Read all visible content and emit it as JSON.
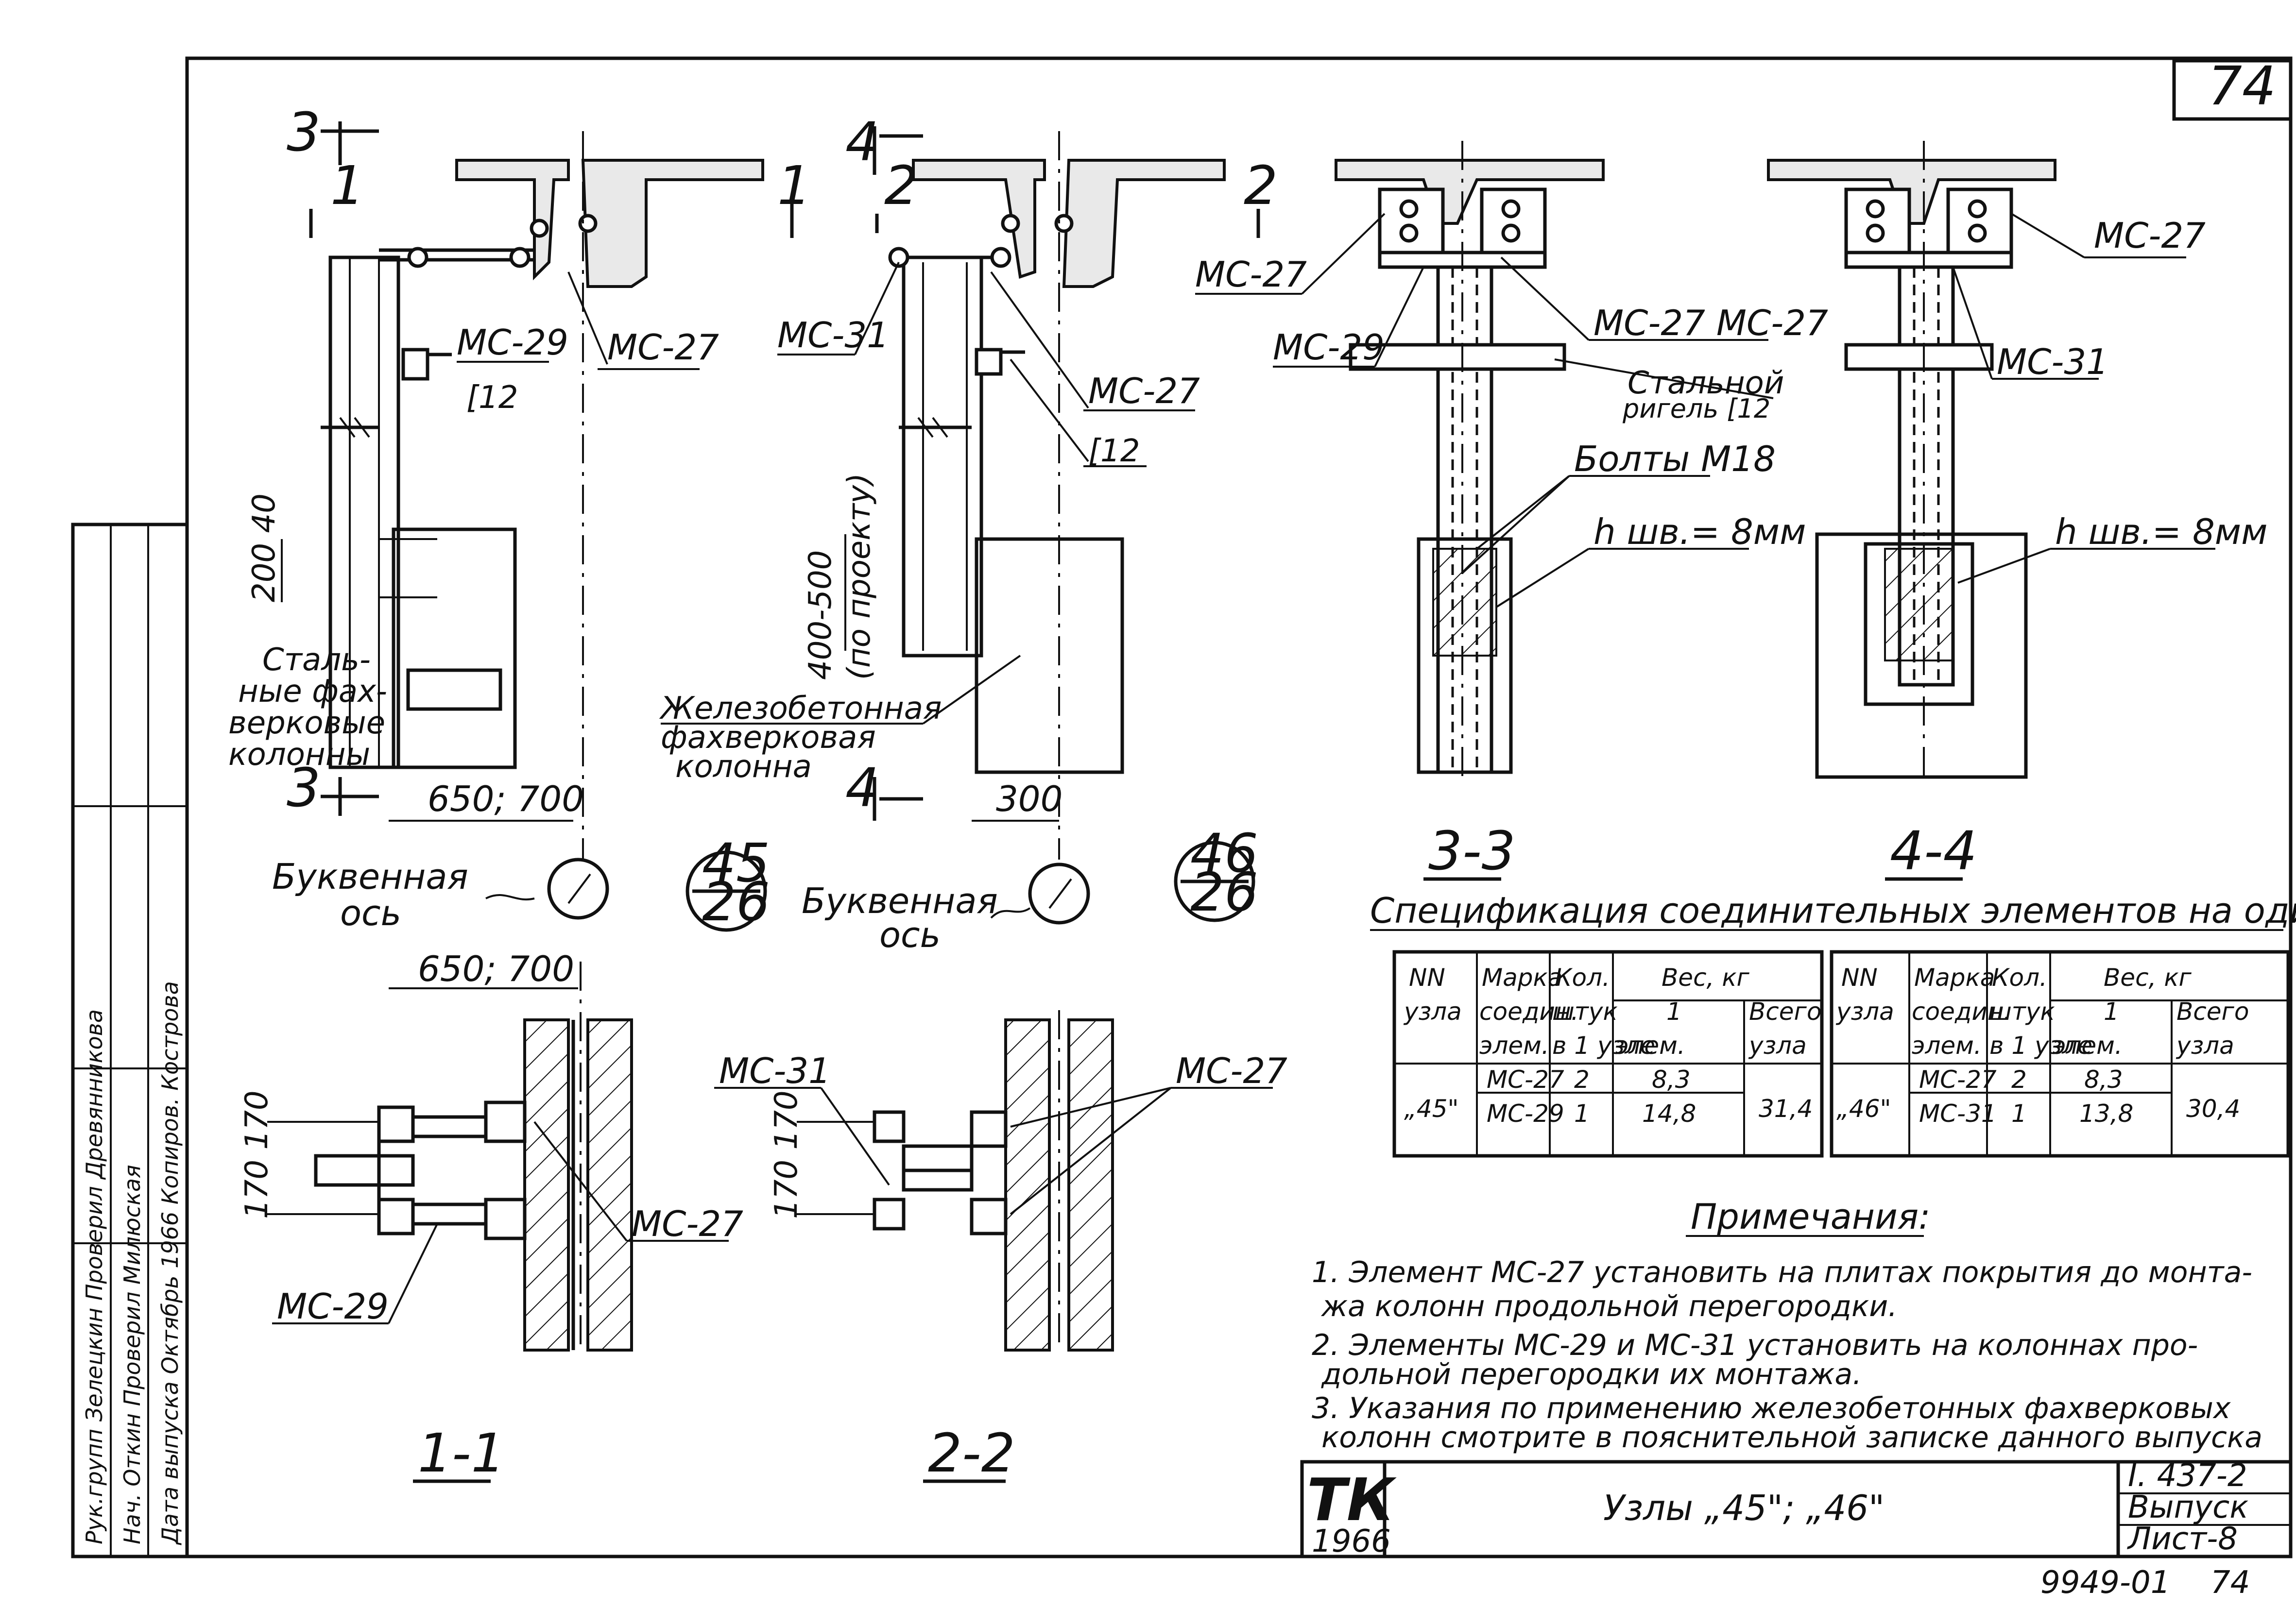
{
  "sheet": {
    "page_number": "74",
    "doc_code": "9949-01",
    "doc_page": "74",
    "stamp_logo": "ТК",
    "stamp_year": "1966",
    "title": "Узлы „45\"; „46\"",
    "block_right": [
      "I. 437-2",
      "Выпуск",
      "Лист-8"
    ]
  },
  "side_stamp": {
    "rows": [
      [
        "Рук.групп",
        "Зелецкин",
        "Проверил",
        "Древянникова"
      ],
      [
        "Нач.",
        "Откин",
        "Проверил",
        "Милюская"
      ],
      [
        "Дата выпуска",
        "Октябрь 1966",
        "Копиров.",
        "Кострова"
      ]
    ]
  },
  "section_labels": {
    "s33": "3-3",
    "s44": "4-4",
    "s11": "1-1",
    "s22": "2-2",
    "cut3": "3",
    "cut4": "4",
    "cut1": "1",
    "cut2": "2"
  },
  "node_45": {
    "top": "45",
    "bottom": "26"
  },
  "node_46": {
    "top": "46",
    "bottom": "26"
  },
  "labels": {
    "mc27": "МС-27",
    "mc29": "МС-29",
    "mc31": "МС-31",
    "c12": "[12",
    "dim_200_40": "200 40",
    "dim_650_700": "650; 700",
    "dim_300": "300",
    "dim_400_500": "400-500",
    "dim_po_proektu": "(по проекту)",
    "dim_170": "170 170",
    "steel_columns": [
      "Сталь-",
      "ные фах-",
      "верковые",
      "колонны"
    ],
    "rc_column": [
      "Железобетонная",
      "фахверковая",
      "колонна"
    ],
    "letter_axis": [
      "Буквенная",
      "ось"
    ],
    "steel_beam": [
      "Стальной",
      "ригель [12"
    ],
    "bolts": "Болты М18",
    "weld": "h шв.= 8мм",
    "mc27_mc27": "МС-27 МС-27"
  },
  "spec": {
    "title": "Спецификация соединительных элементов на один узел",
    "headers_top": [
      "NN",
      "Марка",
      "Кол.",
      "Вес, кг"
    ],
    "headers_mid": [
      "узла",
      "соедин.",
      "штук",
      "1",
      "Всего"
    ],
    "headers_bot": [
      "",
      "элем.",
      "в 1 узле",
      "элем.",
      "узла"
    ],
    "table45": {
      "node": "„45\"",
      "rows": [
        [
          "МС-27",
          "2",
          "8,3"
        ],
        [
          "МС-29",
          "1",
          "14,8"
        ]
      ],
      "total": "31,4"
    },
    "table46": {
      "node": "„46\"",
      "rows": [
        [
          "МС-27",
          "2",
          "8,3"
        ],
        [
          "МС-31",
          "1",
          "13,8"
        ]
      ],
      "total": "30,4"
    }
  },
  "notes": {
    "title": "Примечания:",
    "lines": [
      "1. Элемент МС-27 установить на плитах покрытия до монта-",
      "жа колонн продольной перегородки.",
      "2. Элементы МС-29 и МС-31 установить на колоннах про-",
      "дольной перегородки их монтажа.",
      "3. Указания по применению железобетонных фахверковых",
      "колонн смотрите в пояснительной записке данного выпуска"
    ]
  }
}
